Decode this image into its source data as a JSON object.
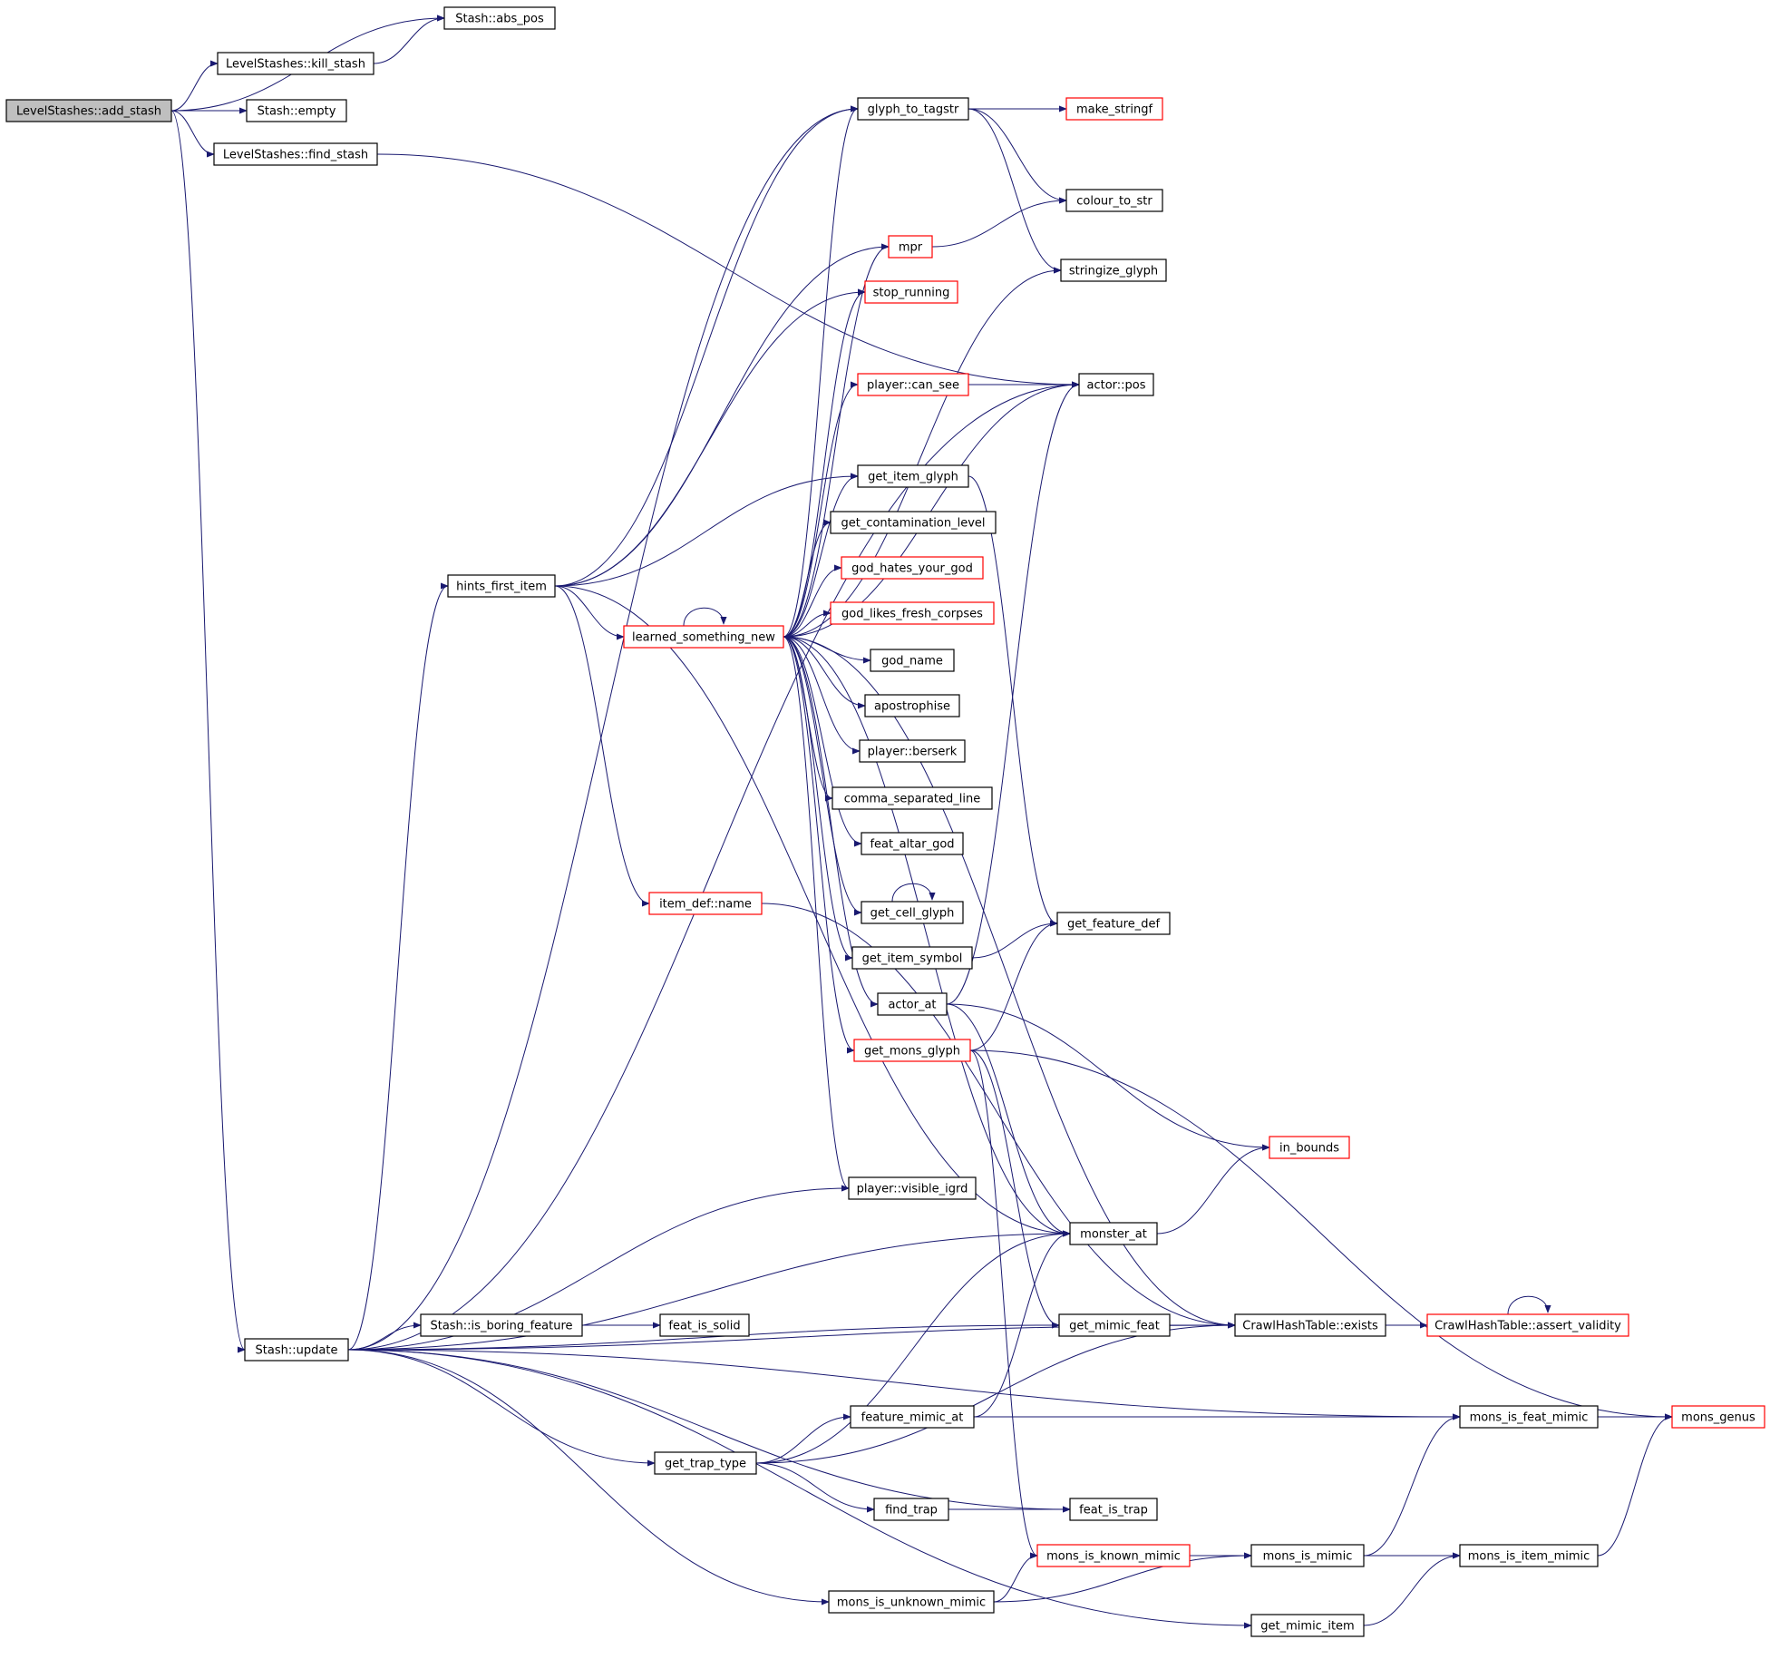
{
  "colors": {
    "edge": "#191970",
    "root_fill": "#bfbfbf",
    "node_fill": "#ffffff",
    "border_documented": "#000000",
    "border_undocumented": "#ff0000"
  },
  "nodes": [
    {
      "id": "add_stash",
      "label": "LevelStashes::add_stash",
      "style": "root"
    },
    {
      "id": "abs_pos",
      "label": "Stash::abs_pos",
      "style": "black"
    },
    {
      "id": "kill_stash",
      "label": "LevelStashes::kill_stash",
      "style": "black"
    },
    {
      "id": "empty",
      "label": "Stash::empty",
      "style": "black"
    },
    {
      "id": "find_stash",
      "label": "LevelStashes::find_stash",
      "style": "black"
    },
    {
      "id": "update",
      "label": "Stash::update",
      "style": "black"
    },
    {
      "id": "hints_first_item",
      "label": "hints_first_item",
      "style": "black"
    },
    {
      "id": "learned",
      "label": "learned_something_new",
      "style": "red"
    },
    {
      "id": "item_def_name",
      "label": "item_def::name",
      "style": "red"
    },
    {
      "id": "glyph_to_tagstr",
      "label": "glyph_to_tagstr",
      "style": "black"
    },
    {
      "id": "make_stringf",
      "label": "make_stringf",
      "style": "red"
    },
    {
      "id": "colour_to_str",
      "label": "colour_to_str",
      "style": "black"
    },
    {
      "id": "mpr",
      "label": "mpr",
      "style": "red"
    },
    {
      "id": "stringize_glyph",
      "label": "stringize_glyph",
      "style": "black"
    },
    {
      "id": "stop_running",
      "label": "stop_running",
      "style": "red"
    },
    {
      "id": "can_see",
      "label": "player::can_see",
      "style": "red"
    },
    {
      "id": "actor_pos",
      "label": "actor::pos",
      "style": "black"
    },
    {
      "id": "get_item_glyph",
      "label": "get_item_glyph",
      "style": "black"
    },
    {
      "id": "get_contamination_level",
      "label": "get_contamination_level",
      "style": "black"
    },
    {
      "id": "god_hates_your_god",
      "label": "god_hates_your_god",
      "style": "red"
    },
    {
      "id": "god_likes_fresh_corpses",
      "label": "god_likes_fresh_corpses",
      "style": "red"
    },
    {
      "id": "god_name",
      "label": "god_name",
      "style": "black"
    },
    {
      "id": "apostrophise",
      "label": "apostrophise",
      "style": "black"
    },
    {
      "id": "berserk",
      "label": "player::berserk",
      "style": "black"
    },
    {
      "id": "comma_separated_line",
      "label": "comma_separated_line",
      "style": "black"
    },
    {
      "id": "feat_altar_god",
      "label": "feat_altar_god",
      "style": "black"
    },
    {
      "id": "get_cell_glyph",
      "label": "get_cell_glyph",
      "style": "black"
    },
    {
      "id": "get_feature_def",
      "label": "get_feature_def",
      "style": "black"
    },
    {
      "id": "get_item_symbol",
      "label": "get_item_symbol",
      "style": "black"
    },
    {
      "id": "actor_at",
      "label": "actor_at",
      "style": "black"
    },
    {
      "id": "get_mons_glyph",
      "label": "get_mons_glyph",
      "style": "red"
    },
    {
      "id": "in_bounds",
      "label": "in_bounds",
      "style": "red"
    },
    {
      "id": "visible_igrd",
      "label": "player::visible_igrd",
      "style": "black"
    },
    {
      "id": "monster_at",
      "label": "monster_at",
      "style": "black"
    },
    {
      "id": "is_boring_feature",
      "label": "Stash::is_boring_feature",
      "style": "black"
    },
    {
      "id": "feat_is_solid",
      "label": "feat_is_solid",
      "style": "black"
    },
    {
      "id": "get_mimic_feat",
      "label": "get_mimic_feat",
      "style": "black"
    },
    {
      "id": "hash_exists",
      "label": "CrawlHashTable::exists",
      "style": "black"
    },
    {
      "id": "assert_validity",
      "label": "CrawlHashTable::assert_validity",
      "style": "red"
    },
    {
      "id": "feature_mimic_at",
      "label": "feature_mimic_at",
      "style": "black"
    },
    {
      "id": "mons_is_feat_mimic",
      "label": "mons_is_feat_mimic",
      "style": "black"
    },
    {
      "id": "mons_genus",
      "label": "mons_genus",
      "style": "red"
    },
    {
      "id": "get_trap_type",
      "label": "get_trap_type",
      "style": "black"
    },
    {
      "id": "find_trap",
      "label": "find_trap",
      "style": "black"
    },
    {
      "id": "feat_is_trap",
      "label": "feat_is_trap",
      "style": "black"
    },
    {
      "id": "mons_is_known_mimic",
      "label": "mons_is_known_mimic",
      "style": "red"
    },
    {
      "id": "mons_is_mimic",
      "label": "mons_is_mimic",
      "style": "black"
    },
    {
      "id": "mons_is_item_mimic",
      "label": "mons_is_item_mimic",
      "style": "black"
    },
    {
      "id": "mons_is_unknown_mimic",
      "label": "mons_is_unknown_mimic",
      "style": "black"
    },
    {
      "id": "get_mimic_item",
      "label": "get_mimic_item",
      "style": "black"
    }
  ],
  "edges": [
    [
      "add_stash",
      "abs_pos"
    ],
    [
      "add_stash",
      "kill_stash"
    ],
    [
      "add_stash",
      "empty"
    ],
    [
      "add_stash",
      "find_stash"
    ],
    [
      "add_stash",
      "update"
    ],
    [
      "kill_stash",
      "abs_pos"
    ],
    [
      "find_stash",
      "actor_pos"
    ],
    [
      "update",
      "hints_first_item"
    ],
    [
      "update",
      "glyph_to_tagstr"
    ],
    [
      "update",
      "actor_pos"
    ],
    [
      "update",
      "mons_is_feat_mimic"
    ],
    [
      "update",
      "is_boring_feature"
    ],
    [
      "update",
      "visible_igrd"
    ],
    [
      "update",
      "monster_at"
    ],
    [
      "update",
      "get_mimic_feat"
    ],
    [
      "update",
      "hash_exists"
    ],
    [
      "update",
      "get_trap_type"
    ],
    [
      "update",
      "feat_is_trap"
    ],
    [
      "update",
      "mons_is_unknown_mimic"
    ],
    [
      "update",
      "get_mimic_item"
    ],
    [
      "hints_first_item",
      "learned"
    ],
    [
      "hints_first_item",
      "item_def_name"
    ],
    [
      "hints_first_item",
      "glyph_to_tagstr"
    ],
    [
      "hints_first_item",
      "mpr"
    ],
    [
      "hints_first_item",
      "stop_running"
    ],
    [
      "hints_first_item",
      "get_item_glyph"
    ],
    [
      "hints_first_item",
      "monster_at"
    ],
    [
      "learned",
      "learned"
    ],
    [
      "learned",
      "glyph_to_tagstr"
    ],
    [
      "learned",
      "mpr"
    ],
    [
      "learned",
      "stringize_glyph"
    ],
    [
      "learned",
      "stop_running"
    ],
    [
      "learned",
      "can_see"
    ],
    [
      "learned",
      "actor_pos"
    ],
    [
      "learned",
      "get_item_glyph"
    ],
    [
      "learned",
      "get_contamination_level"
    ],
    [
      "learned",
      "god_hates_your_god"
    ],
    [
      "learned",
      "god_likes_fresh_corpses"
    ],
    [
      "learned",
      "god_name"
    ],
    [
      "learned",
      "apostrophise"
    ],
    [
      "learned",
      "berserk"
    ],
    [
      "learned",
      "comma_separated_line"
    ],
    [
      "learned",
      "feat_altar_god"
    ],
    [
      "learned",
      "get_cell_glyph"
    ],
    [
      "learned",
      "get_item_symbol"
    ],
    [
      "learned",
      "actor_at"
    ],
    [
      "learned",
      "get_mons_glyph"
    ],
    [
      "learned",
      "visible_igrd"
    ],
    [
      "learned",
      "monster_at"
    ],
    [
      "learned",
      "hash_exists"
    ],
    [
      "item_def_name",
      "hash_exists"
    ],
    [
      "glyph_to_tagstr",
      "make_stringf"
    ],
    [
      "glyph_to_tagstr",
      "colour_to_str"
    ],
    [
      "glyph_to_tagstr",
      "stringize_glyph"
    ],
    [
      "mpr",
      "colour_to_str"
    ],
    [
      "can_see",
      "actor_pos"
    ],
    [
      "get_item_glyph",
      "get_feature_def"
    ],
    [
      "get_cell_glyph",
      "get_cell_glyph"
    ],
    [
      "get_item_symbol",
      "get_feature_def"
    ],
    [
      "actor_at",
      "actor_pos"
    ],
    [
      "actor_at",
      "in_bounds"
    ],
    [
      "actor_at",
      "monster_at"
    ],
    [
      "get_mons_glyph",
      "get_feature_def"
    ],
    [
      "get_mons_glyph",
      "mons_genus"
    ],
    [
      "get_mons_glyph",
      "get_mimic_feat"
    ],
    [
      "get_mons_glyph",
      "mons_is_known_mimic"
    ],
    [
      "monster_at",
      "in_bounds"
    ],
    [
      "is_boring_feature",
      "feat_is_solid"
    ],
    [
      "get_mimic_feat",
      "hash_exists"
    ],
    [
      "hash_exists",
      "assert_validity"
    ],
    [
      "assert_validity",
      "assert_validity"
    ],
    [
      "feature_mimic_at",
      "monster_at"
    ],
    [
      "feature_mimic_at",
      "mons_is_feat_mimic"
    ],
    [
      "mons_is_feat_mimic",
      "mons_genus"
    ],
    [
      "get_trap_type",
      "monster_at"
    ],
    [
      "get_trap_type",
      "feature_mimic_at"
    ],
    [
      "get_trap_type",
      "hash_exists"
    ],
    [
      "get_trap_type",
      "find_trap"
    ],
    [
      "find_trap",
      "feat_is_trap"
    ],
    [
      "mons_is_known_mimic",
      "mons_is_mimic"
    ],
    [
      "mons_is_mimic",
      "mons_is_feat_mimic"
    ],
    [
      "mons_is_mimic",
      "mons_is_item_mimic"
    ],
    [
      "mons_is_item_mimic",
      "mons_genus"
    ],
    [
      "mons_is_unknown_mimic",
      "mons_is_known_mimic"
    ],
    [
      "mons_is_unknown_mimic",
      "mons_is_mimic"
    ],
    [
      "get_mimic_item",
      "mons_is_item_mimic"
    ]
  ]
}
